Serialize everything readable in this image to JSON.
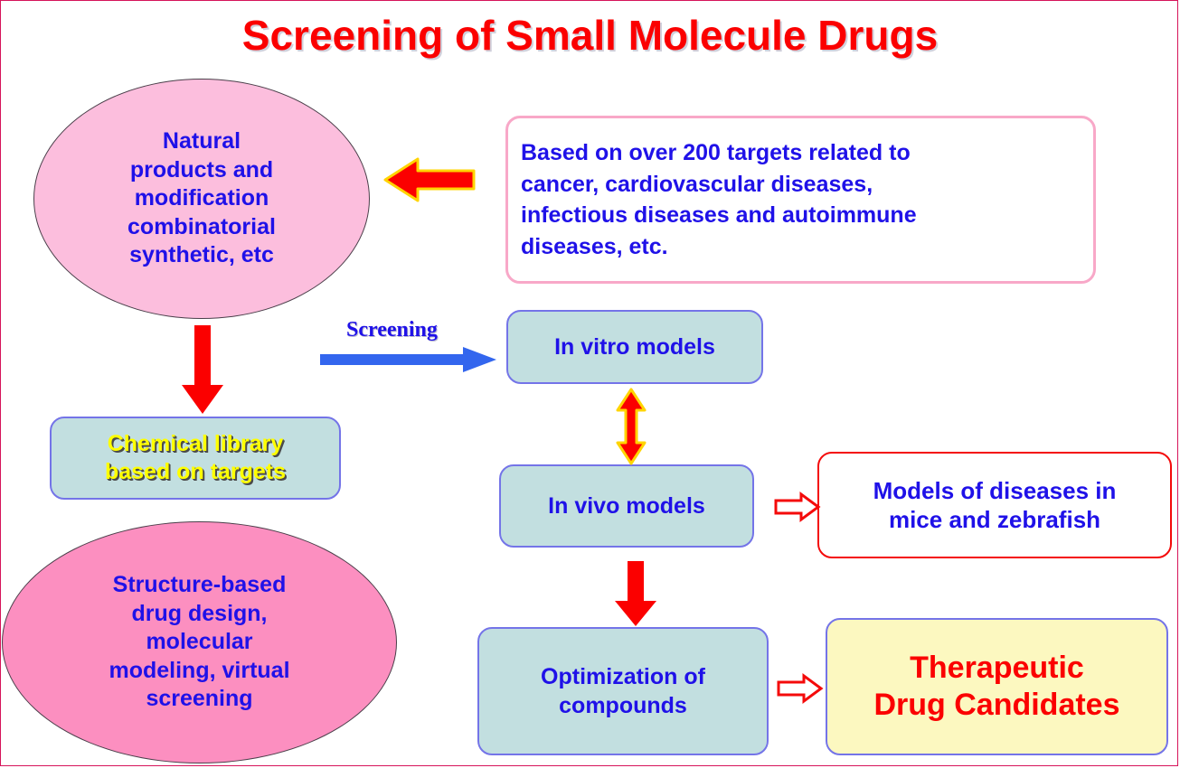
{
  "page": {
    "title": "Screening of Small Molecule Drugs",
    "frame_color": "#d6145a",
    "background": "#ffffff"
  },
  "nodes": {
    "natural_products": {
      "label": "Natural\nproducts and\nmodification\ncombinatorial\nsynthetic, etc",
      "lines": [
        "Natural",
        "products and",
        "modification",
        "combinatorial",
        "synthetic, etc"
      ],
      "shape": "ellipse",
      "fill": "#fcbedd",
      "text_color": "#1f11e8"
    },
    "targets_note": {
      "label": "Based on over 200 targets related to cancer, cardiovascular diseases, infectious diseases and autoimmune diseases, etc.",
      "lines": [
        "Based on over 200 targets related to",
        "cancer, cardiovascular diseases,",
        "infectious diseases and autoimmune",
        "diseases, etc."
      ],
      "shape": "rounded-rect",
      "fill": "#ffffff",
      "border": "#f8a8c8",
      "text_color": "#1f11e8"
    },
    "in_vitro_models": {
      "label": "In vitro models",
      "shape": "rounded-rect",
      "fill": "#c2dfe0",
      "border": "#7474e8",
      "text_color": "#1f11e8"
    },
    "chemical_library": {
      "label": "Chemical library\nbased on targets",
      "lines": [
        "Chemical library",
        "based on targets"
      ],
      "shape": "rounded-rect",
      "fill": "#c2dfe0",
      "border": "#7474e8",
      "text_color": "#ffff00"
    },
    "structure_based": {
      "label": "Structure-based\ndrug design,\nmolecular\nmodeling, virtual\nscreening",
      "lines": [
        "Structure-based",
        "drug design,",
        "molecular",
        "modeling, virtual",
        "screening"
      ],
      "shape": "ellipse",
      "fill": "#fc8fc0",
      "text_color": "#1f11e8"
    },
    "in_vivo_models": {
      "label": "In vivo models",
      "shape": "rounded-rect",
      "fill": "#c2dfe0",
      "border": "#7474e8",
      "text_color": "#1f11e8"
    },
    "disease_models": {
      "label": "Models of diseases in\nmice and zebrafish",
      "lines": [
        "Models of diseases in",
        "mice and zebrafish"
      ],
      "shape": "rounded-rect",
      "fill": "#ffffff",
      "border": "#f40a0a",
      "text_color": "#1f11e8"
    },
    "optimization": {
      "label": "Optimization of\ncompounds",
      "lines": [
        "Optimization of",
        "compounds"
      ],
      "shape": "rounded-rect",
      "fill": "#c2dfe0",
      "border": "#7474e8",
      "text_color": "#1f11e8"
    },
    "therapeutic_candidates": {
      "label": "Therapeutic\nDrug Candidates",
      "lines": [
        "Therapeutic",
        "Drug Candidates"
      ],
      "shape": "rounded-rect",
      "fill": "#fcf8c0",
      "border": "#7474e8",
      "text_color": "#fb0000"
    }
  },
  "labels": {
    "screening": "Screening"
  },
  "arrows": [
    {
      "name": "targets-to-natural",
      "style": "solid-block",
      "color": "#fb0000",
      "outline": "#ffd400",
      "direction": "left"
    },
    {
      "name": "natural-to-chemlib",
      "style": "solid-block",
      "color": "#fb0000",
      "outline": "none",
      "direction": "down"
    },
    {
      "name": "screening",
      "style": "solid-thin",
      "color": "#3366ee",
      "outline": "none",
      "direction": "right"
    },
    {
      "name": "invitro-invivo",
      "style": "solid-block",
      "color": "#fb0000",
      "outline": "#ffd400",
      "direction": "up-down"
    },
    {
      "name": "invivo-to-disease-models",
      "style": "hollow-block",
      "color": "#f40a0a",
      "outline": "none",
      "direction": "right"
    },
    {
      "name": "invivo-to-optimization",
      "style": "solid-block",
      "color": "#fb0000",
      "outline": "none",
      "direction": "down"
    },
    {
      "name": "optimization-to-therapeutic",
      "style": "hollow-block",
      "color": "#f40a0a",
      "outline": "none",
      "direction": "right"
    }
  ]
}
